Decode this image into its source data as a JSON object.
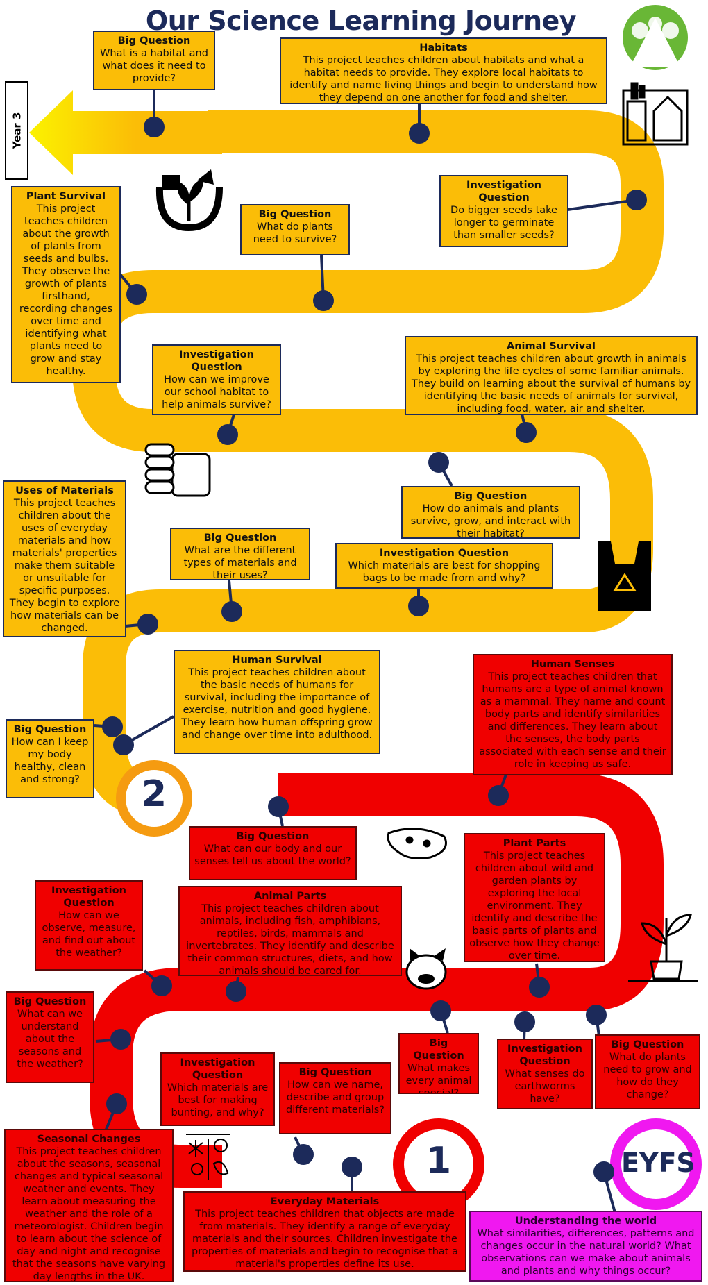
{
  "title": "Our Science Learning Journey",
  "year_label": "Year 3",
  "stage_2": "2",
  "stage_1": "1",
  "eyfs": "EYFS",
  "colors": {
    "navy": "#1c2a5a",
    "yellow": "#fbbd07",
    "red": "#f00000",
    "magenta": "#f018f0"
  },
  "icons": [
    "tree-logo-icon",
    "habitat-building-icon",
    "plant-calendar-icon",
    "fist-icon",
    "shopping-bag-icon",
    "salamander-icon",
    "potted-plant-icon",
    "dog-icon",
    "seasons-icon"
  ],
  "boxes": {
    "habitats": {
      "title": "Habitats",
      "text": "This project teaches children about habitats and what a habitat needs to provide. They explore local habitats to identify and name living things and begin to understand how they depend on one another for food and shelter."
    },
    "bq_habitat": {
      "title": "Big Question",
      "text": "What is a habitat and what does it need to provide?"
    },
    "inv_seeds": {
      "title": "Investigation Question",
      "text": "Do bigger seeds take longer to germinate than smaller seeds?"
    },
    "bq_plants_survive": {
      "title": "Big Question",
      "text": "What do plants need to survive?"
    },
    "plant_survival": {
      "title": "Plant Survival",
      "text": "This project teaches children about the growth of plants from seeds and bulbs. They observe the growth of plants firsthand, recording changes over time and identifying what plants need to grow and stay healthy."
    },
    "animal_survival": {
      "title": "Animal Survival",
      "text": "This project teaches children about growth in animals by exploring the life cycles of some familiar animals. They build on learning about the survival of humans by identifying the basic needs of animals for survival, including food, water, air and shelter."
    },
    "inv_school_habitat": {
      "title": "Investigation Question",
      "text": "How can we improve our school habitat to help animals survive?"
    },
    "bq_animals_plants": {
      "title": "Big Question",
      "text": "How do animals and plants survive, grow, and interact with their habitat?"
    },
    "inv_shopping_bags": {
      "title": "Investigation Question",
      "text": "Which materials are best for shopping bags to be made from and why?"
    },
    "bq_materials": {
      "title": "Big Question",
      "text": "What are the different types of materials and their uses?"
    },
    "uses_of_materials": {
      "title": "Uses of Materials",
      "text": "This project teaches children about the uses of everyday materials and how materials' properties make them suitable or unsuitable for specific purposes. They begin to explore how materials can be changed."
    },
    "human_survival": {
      "title": "Human Survival",
      "text": "This project teaches children about the basic needs of humans for survival, including the importance of exercise, nutrition and good hygiene. They learn how human offspring grow and change over time into adulthood."
    },
    "bq_body_healthy": {
      "title": "Big Question",
      "text": "How can I keep my body healthy, clean and strong?"
    },
    "human_senses": {
      "title": "Human Senses",
      "text": "This project teaches children that humans are a type of animal known as a mammal. They name and count body parts and identify similarities and differences. They learn about the senses, the body parts associated with each sense and their role in keeping us safe."
    },
    "bq_body_senses": {
      "title": "Big Question",
      "text": "What can our body and our senses tell us about the world?"
    },
    "plant_parts": {
      "title": "Plant Parts",
      "text": "This project teaches children about wild and garden plants by exploring the local environment. They identify and describe the basic parts of plants and observe how they change over time."
    },
    "inv_weather": {
      "title": "Investigation Question",
      "text": "How can we observe, measure, and find out about the weather?"
    },
    "animal_parts": {
      "title": "Animal Parts",
      "text": "This project teaches children about animals, including fish, amphibians, reptiles, birds, mammals and invertebrates. They identify and describe their common structures, diets, and how animals should be cared for."
    },
    "bq_seasons": {
      "title": "Big Question",
      "text": "What can we understand about the seasons and the weather?"
    },
    "bq_animal_special": {
      "title": "Big Question",
      "text": "What makes every animal special?"
    },
    "inv_earthworms": {
      "title": "Investigation Question",
      "text": "What senses do earthworms have?"
    },
    "bq_plants_grow": {
      "title": "Big Question",
      "text": "What do plants need to grow and how do they change?"
    },
    "inv_bunting": {
      "title": "Investigation Question",
      "text": "Which materials are best for making bunting, and why?"
    },
    "bq_name_materials": {
      "title": "Big Question",
      "text": "How can we name, describe and group different materials?"
    },
    "seasonal_changes": {
      "title": "Seasonal Changes",
      "text": "This project teaches children about the seasons, seasonal changes and typical seasonal weather and events. They learn about measuring the weather and the role of a meteorologist. Children begin to learn about the science of day and night and recognise that the seasons have varying day lengths in the UK."
    },
    "everyday_materials": {
      "title": "Everyday Materials",
      "text": "This project teaches children that objects are made from materials. They identify a range of everyday materials and their sources. Children investigate the properties of materials and begin to recognise that a material's properties define its use."
    },
    "understanding_world": {
      "title": "Understanding the world",
      "text": "What similarities, differences, patterns and changes occur in the natural world? What observations can we make about animals and plants and why things occur?"
    }
  }
}
